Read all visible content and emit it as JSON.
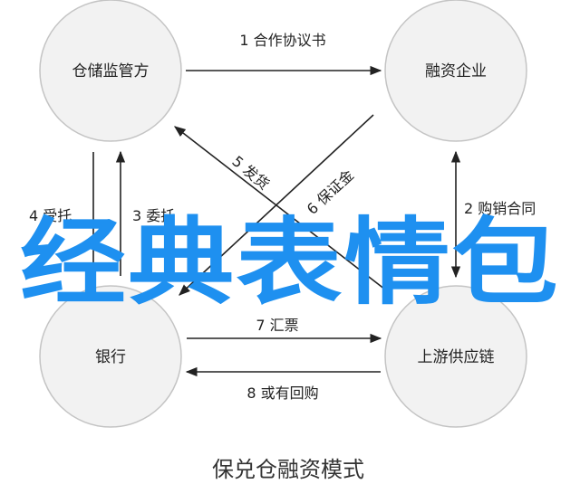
{
  "diagram": {
    "nodes": {
      "regulator": "仓储监管方",
      "finance_company": "融资企业",
      "bank": "银行",
      "upstream": "上游供应链"
    },
    "edges": {
      "e1": "1 合作协议书",
      "e2": "2 购销合同",
      "e3": "3 委托",
      "e4": "4 受托",
      "e5": "5 发货",
      "e6": "6 保证金",
      "e7": "7 汇票",
      "e8": "8 或有回购"
    },
    "caption": "保兑仓融资模式"
  },
  "overlay": {
    "text": "经典表情包",
    "color": "#1e90f0"
  }
}
